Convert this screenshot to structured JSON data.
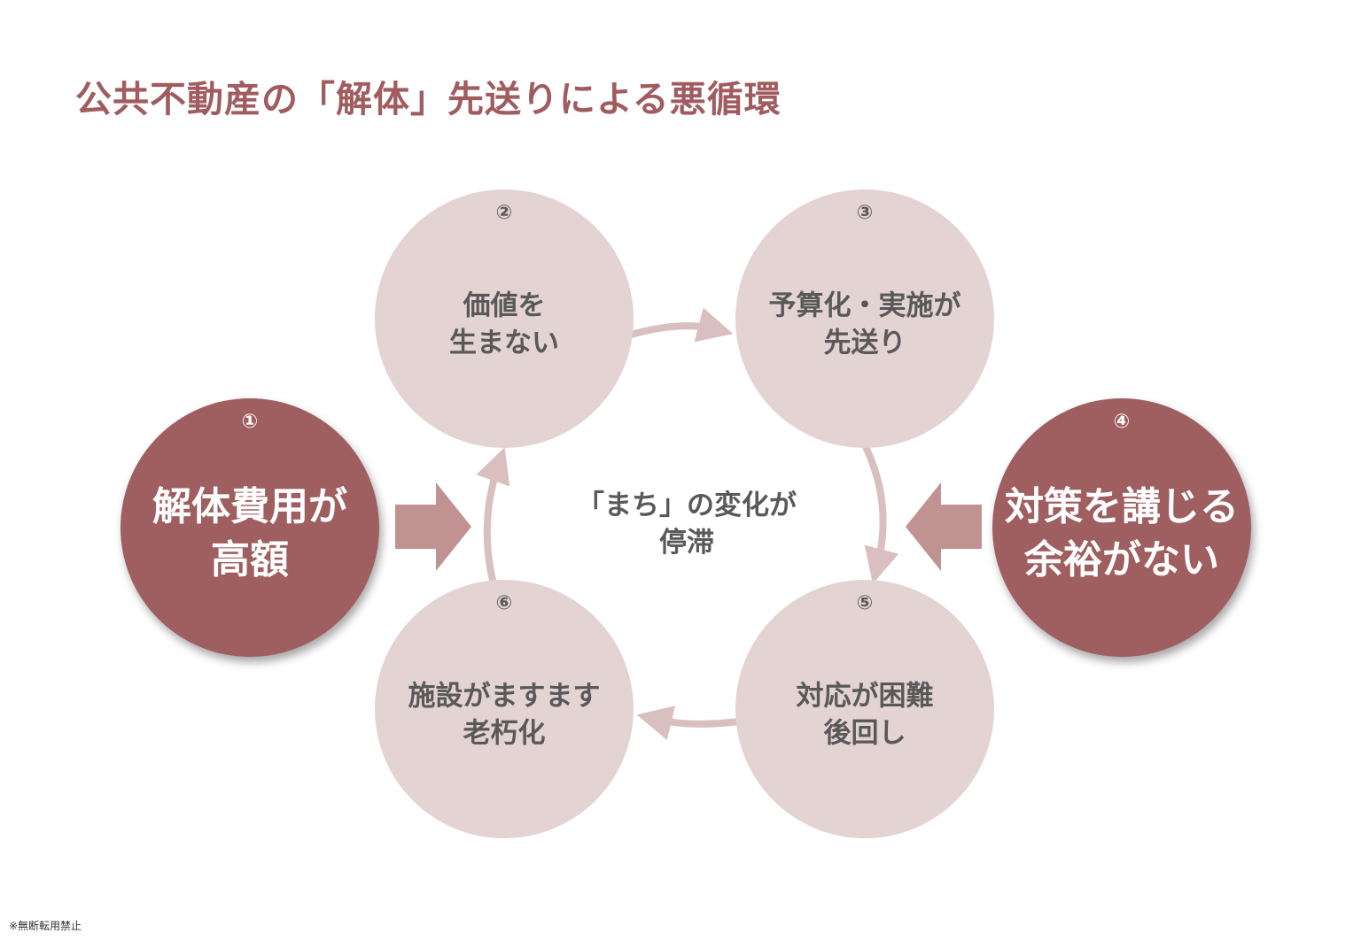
{
  "title": "公共不動産の「解体」先送りによる悪循環",
  "colors": {
    "title": "#a05c5f",
    "dark_circle": "#9f5e5f",
    "light_circle": "#e4d3d3",
    "cycle_arrow": "#d9bfbf",
    "block_arrow": "#c09392",
    "text": "#595959"
  },
  "nodes": [
    {
      "id": "①",
      "lines": [
        "解体費用が",
        "高額"
      ]
    },
    {
      "id": "②",
      "lines": [
        "価値を",
        "生まない"
      ]
    },
    {
      "id": "③",
      "lines": [
        "予算化・実施が",
        "先送り"
      ]
    },
    {
      "id": "④",
      "lines": [
        "対策を講じる",
        "余裕がない"
      ]
    },
    {
      "id": "⑤",
      "lines": [
        "対応が困難",
        "後回し"
      ]
    },
    {
      "id": "⑥",
      "lines": [
        "施設がますます",
        "老朽化"
      ]
    }
  ],
  "center": [
    "「まち」の変化が",
    "停滞"
  ],
  "footer": "※無断転用禁止"
}
